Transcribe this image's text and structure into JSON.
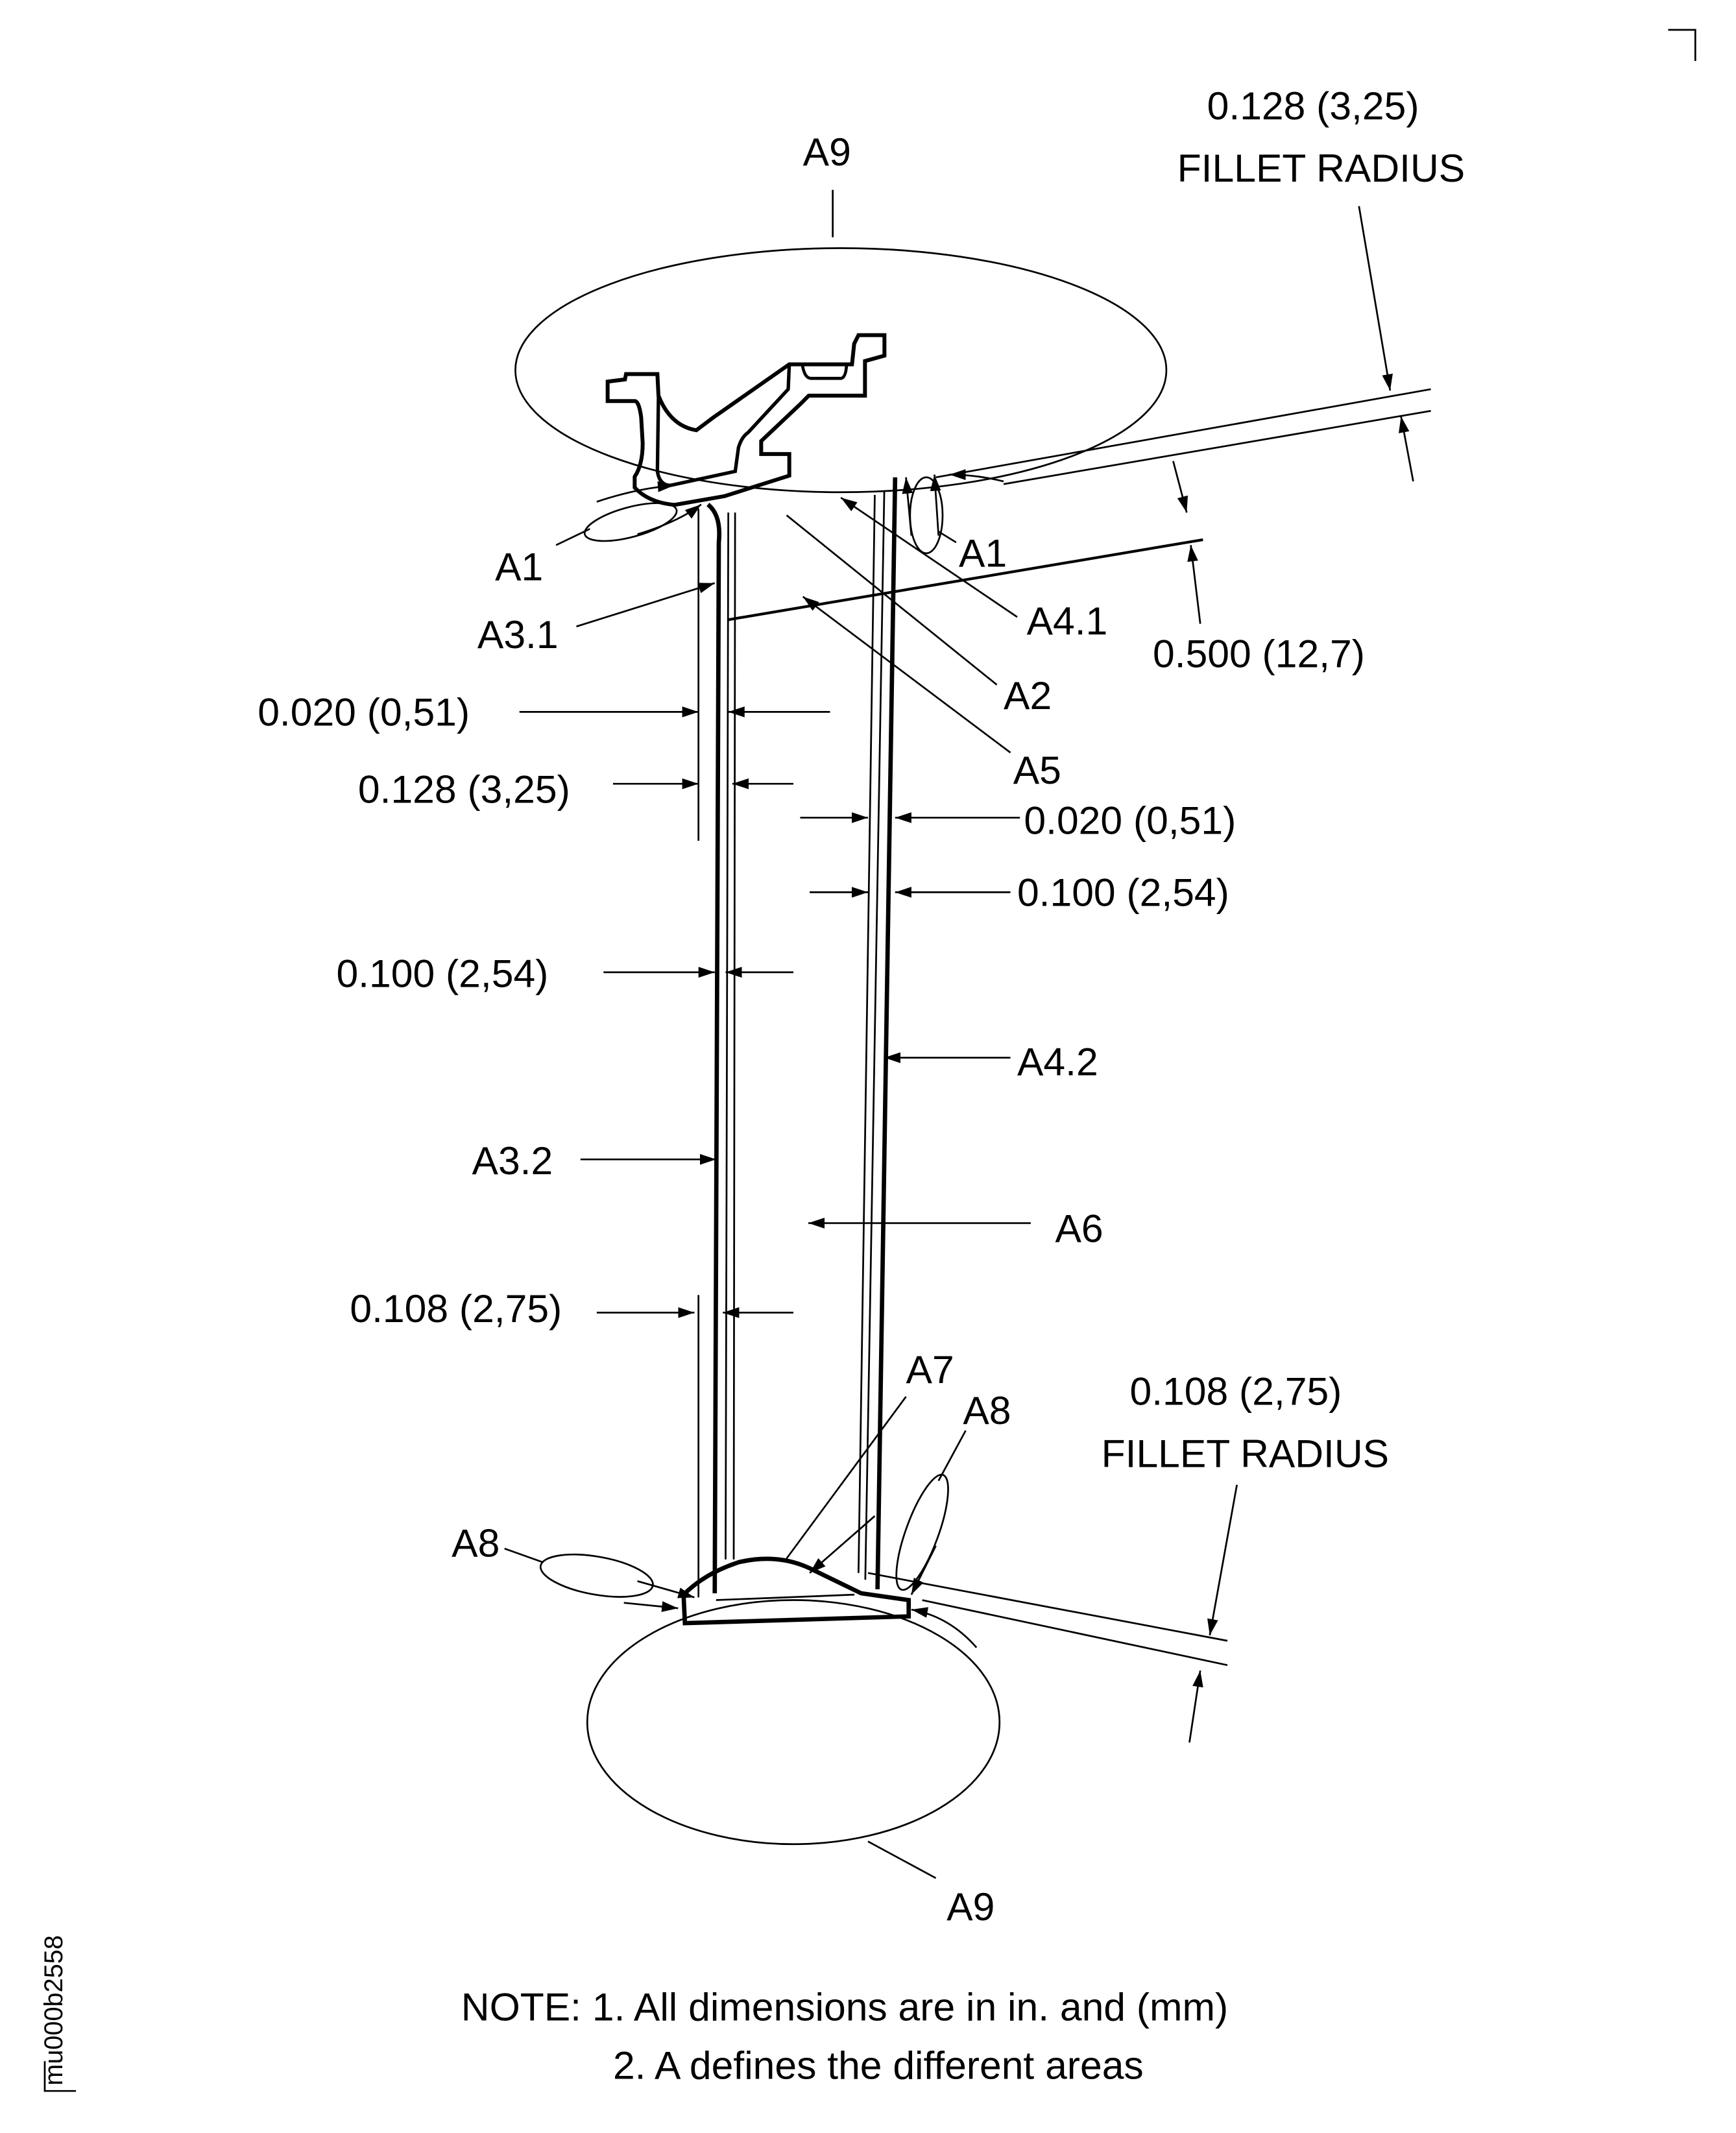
{
  "drawing_id": "mu000b2558",
  "labels": {
    "top_fillet_dim": "0.128 (3,25)",
    "top_fillet_text": "FILLET RADIUS",
    "a9_top": "A9",
    "a1_left": "A1",
    "a3_1": "A3.1",
    "dim_020_left": "0.020 (0,51)",
    "dim_128_left": "0.128 (3,25)",
    "dim_100_left": "0.100 (2,54)",
    "a3_2": "A3.2",
    "dim_108_left": "0.108 (2,75)",
    "a8_left": "A8",
    "a1_right": "A1",
    "a4_1": "A4.1",
    "dim_500": "0.500 (12,7)",
    "a2": "A2",
    "a5": "A5",
    "dim_020_right": "0.020 (0,51)",
    "dim_100_right": "0.100 (2,54)",
    "a4_2": "A4.2",
    "a6": "A6",
    "a7": "A7",
    "a8_right": "A8",
    "bottom_fillet_dim": "0.108 (2,75)",
    "bottom_fillet_text": "FILLET RADIUS",
    "a9_bottom": "A9"
  },
  "notes": {
    "line1": "NOTE: 1. All dimensions are in in. and (mm)",
    "line2": "2. A defines the different areas"
  }
}
